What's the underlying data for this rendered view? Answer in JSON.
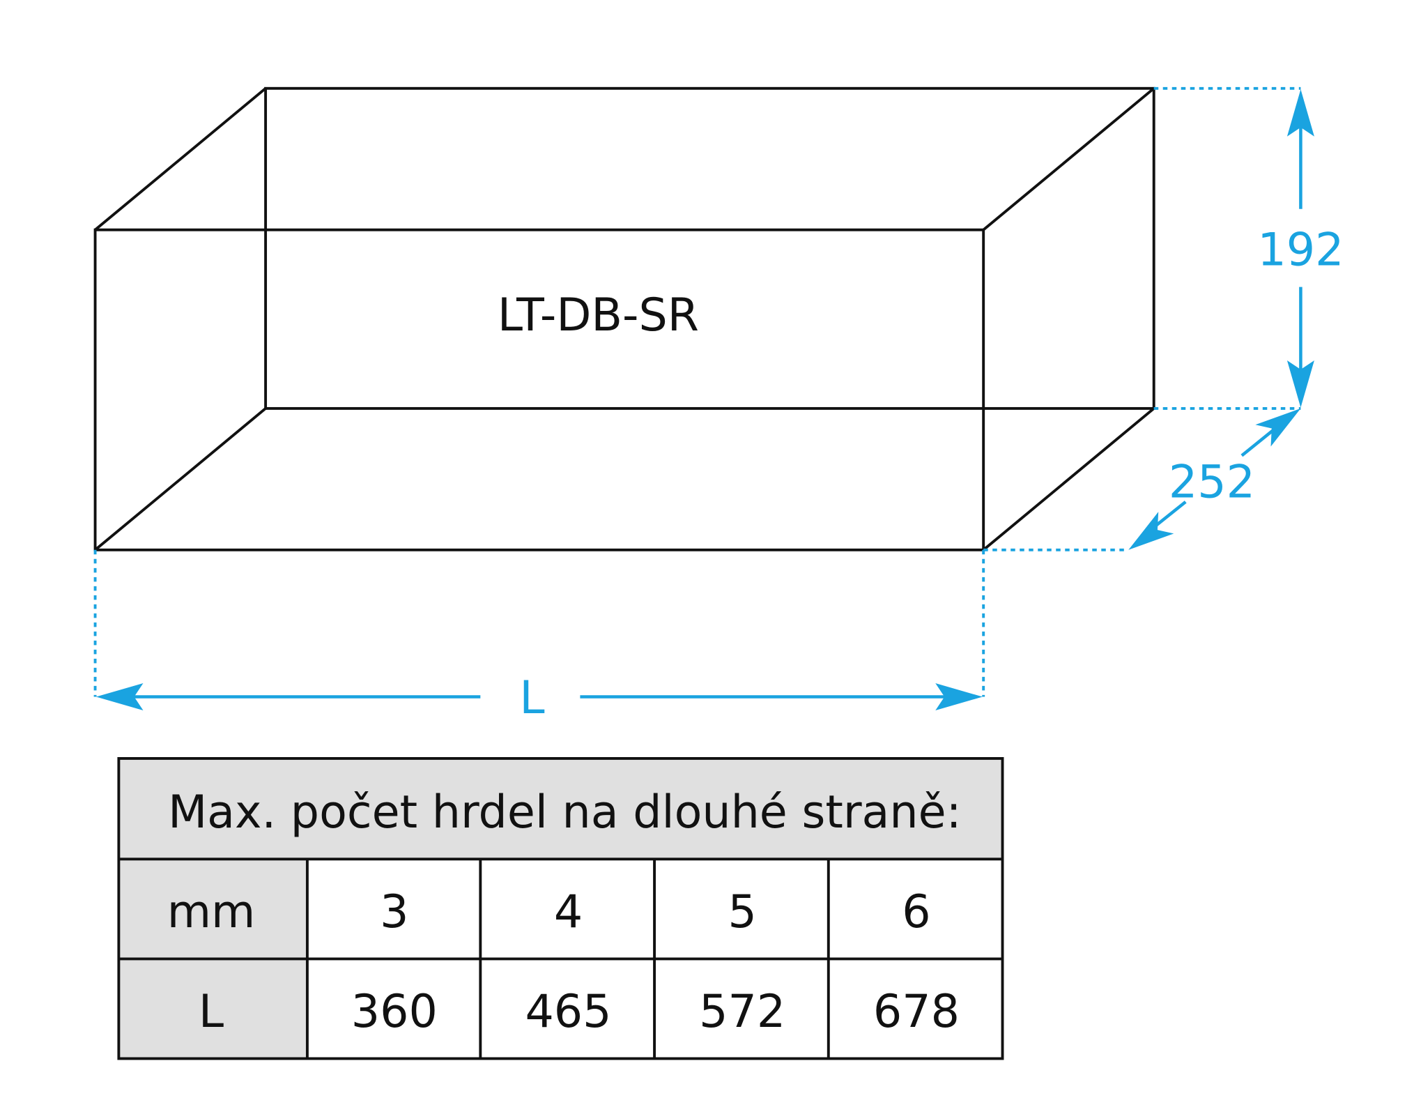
{
  "product_label": "LT-DB-SR",
  "dimensions": {
    "height": "192",
    "depth": "252",
    "length": "L"
  },
  "colors": {
    "dimension": "#1aa3e0",
    "header_bg": "#e0e0e0"
  },
  "table": {
    "title": "Max. počet hrdel na dlouhé straně:",
    "row1": {
      "label": "mm",
      "values": [
        "3",
        "4",
        "5",
        "6"
      ]
    },
    "row2": {
      "label": "L",
      "values": [
        "360",
        "465",
        "572",
        "678"
      ]
    }
  }
}
